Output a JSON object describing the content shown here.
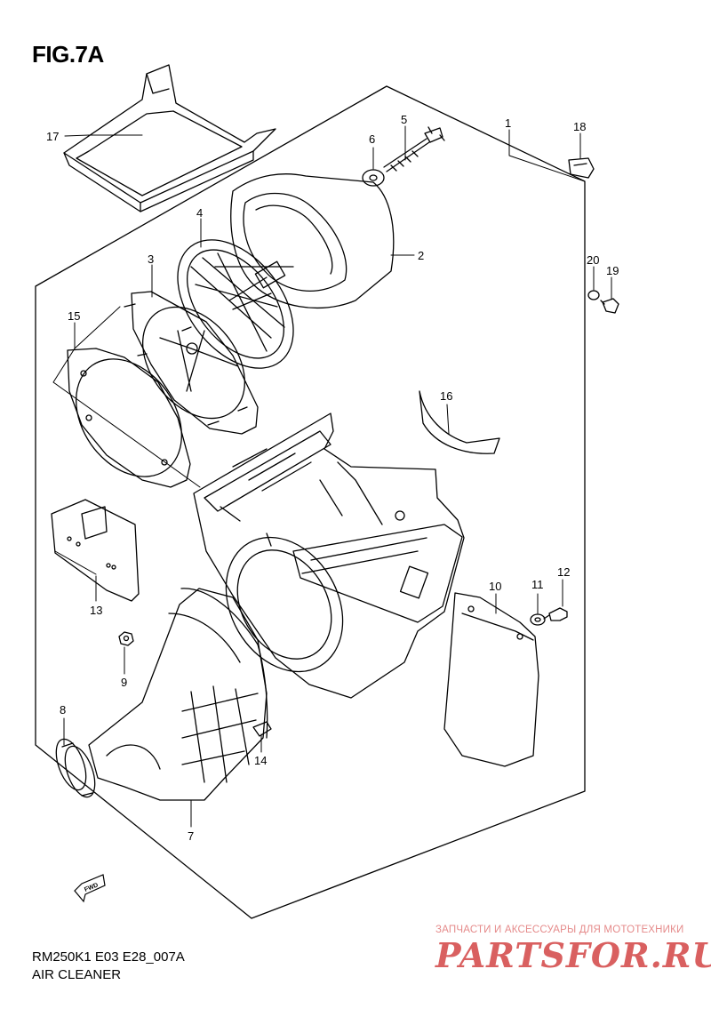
{
  "figure": {
    "title": "FIG.7A",
    "model_code": "RM250K1 E03 E28_007A",
    "section_name": "AIR CLEANER",
    "fwd_label": "FWD"
  },
  "callouts": [
    {
      "id": "1",
      "label": "1"
    },
    {
      "id": "2",
      "label": "2"
    },
    {
      "id": "3",
      "label": "3"
    },
    {
      "id": "4",
      "label": "4"
    },
    {
      "id": "5",
      "label": "5"
    },
    {
      "id": "6",
      "label": "6"
    },
    {
      "id": "7",
      "label": "7"
    },
    {
      "id": "8",
      "label": "8"
    },
    {
      "id": "9",
      "label": "9"
    },
    {
      "id": "10",
      "label": "10"
    },
    {
      "id": "11",
      "label": "11"
    },
    {
      "id": "12",
      "label": "12"
    },
    {
      "id": "13",
      "label": "13"
    },
    {
      "id": "14",
      "label": "14"
    },
    {
      "id": "15",
      "label": "15"
    },
    {
      "id": "16",
      "label": "16"
    },
    {
      "id": "17",
      "label": "17"
    },
    {
      "id": "18",
      "label": "18"
    },
    {
      "id": "19",
      "label": "19"
    },
    {
      "id": "20",
      "label": "20"
    }
  ],
  "watermark": {
    "tagline": "ЗАПЧАСТИ И АКСЕССУАРЫ ДЛЯ МОТОТЕХНИКИ",
    "brand": "PARTSFOR.RU"
  }
}
